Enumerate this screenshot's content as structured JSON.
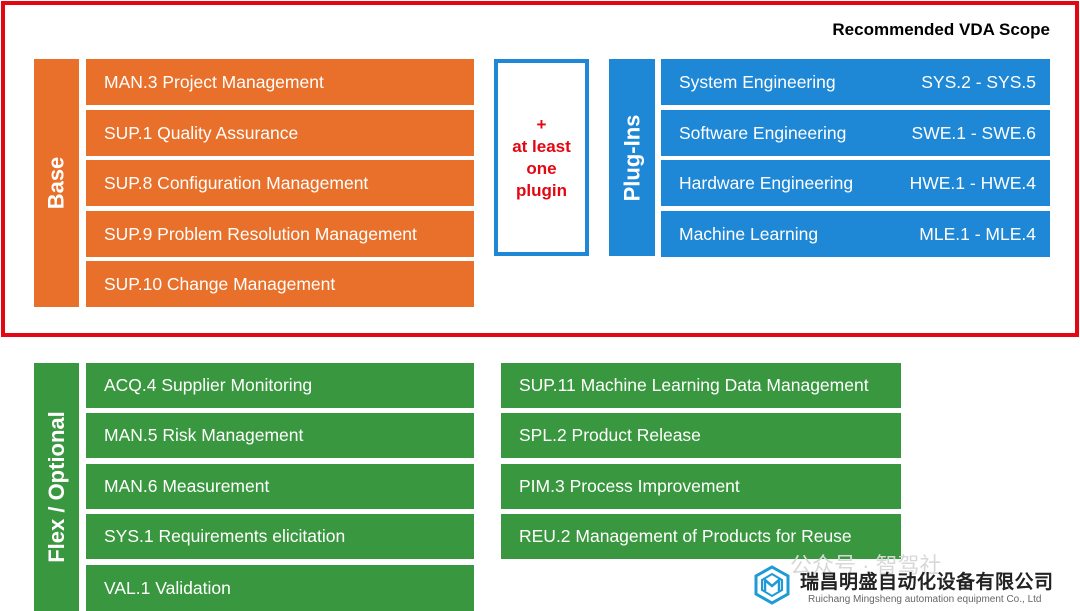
{
  "scope": {
    "title": "Recommended VDA Scope"
  },
  "base": {
    "label": "Base",
    "items": [
      "MAN.3 Project Management",
      "SUP.1 Quality Assurance",
      "SUP.8 Configuration Management",
      "SUP.9 Problem Resolution Management",
      "SUP.10 Change Management"
    ]
  },
  "plugin_rule": {
    "line1": "+",
    "line2": "at least",
    "line3": "one",
    "line4": "plugin"
  },
  "plugins": {
    "label": "Plug-Ins",
    "items": [
      {
        "name": "System Engineering",
        "range": "SYS.2 - SYS.5"
      },
      {
        "name": "Software Engineering",
        "range": "SWE.1 - SWE.6"
      },
      {
        "name": "Hardware Engineering",
        "range": "HWE.1 - HWE.4"
      },
      {
        "name": "Machine Learning",
        "range": "MLE.1 - MLE.4"
      }
    ]
  },
  "flex": {
    "label": "Flex / Optional",
    "left_items": [
      "ACQ.4 Supplier Monitoring",
      "MAN.5 Risk Management",
      "MAN.6 Measurement",
      "SYS.1 Requirements elicitation",
      "VAL.1 Validation"
    ],
    "right_items": [
      "SUP.11 Machine Learning Data Management",
      "SPL.2 Product Release",
      "PIM.3 Process Improvement",
      "REU.2 Management of Products for Reuse"
    ]
  },
  "watermark": {
    "faint_text": "公众号 · 智驾社",
    "company_cn": "瑞昌明盛自动化设备有限公司",
    "company_en": "Ruichang Mingsheng automation equipment Co., Ltd"
  },
  "colors": {
    "scope_border": "#e30613",
    "base": "#e8702a",
    "plugins": "#1e87d6",
    "flex": "#39983f",
    "plugin_rule_text": "#e30613"
  }
}
